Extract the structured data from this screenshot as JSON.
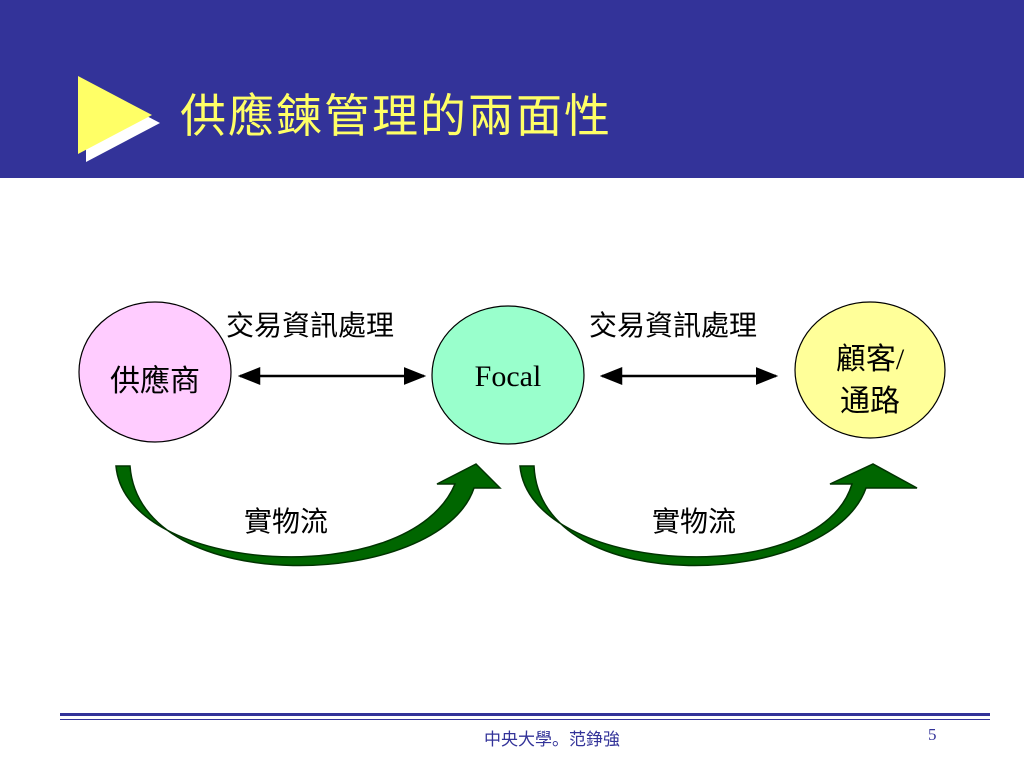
{
  "header": {
    "title": "供應鍊管理的兩面性",
    "background_color": "#333399",
    "title_color": "#ffff66",
    "bullet_icon": "play-triangle-icon"
  },
  "nodes": {
    "supplier": {
      "label": "供應商",
      "fill": "#ffccff"
    },
    "focal": {
      "label": "Focal",
      "fill": "#99ffcc"
    },
    "customer": {
      "label_line1": "顧客/",
      "label_line2": "通路",
      "fill": "#ffff99"
    }
  },
  "edges": {
    "info_left": "交易資訊處理",
    "info_right": "交易資訊處理",
    "flow_left": "實物流",
    "flow_right": "實物流",
    "flow_arrow_color": "#006600"
  },
  "footer": {
    "center_text": "中央大學。范錚強",
    "page_number": "5"
  }
}
